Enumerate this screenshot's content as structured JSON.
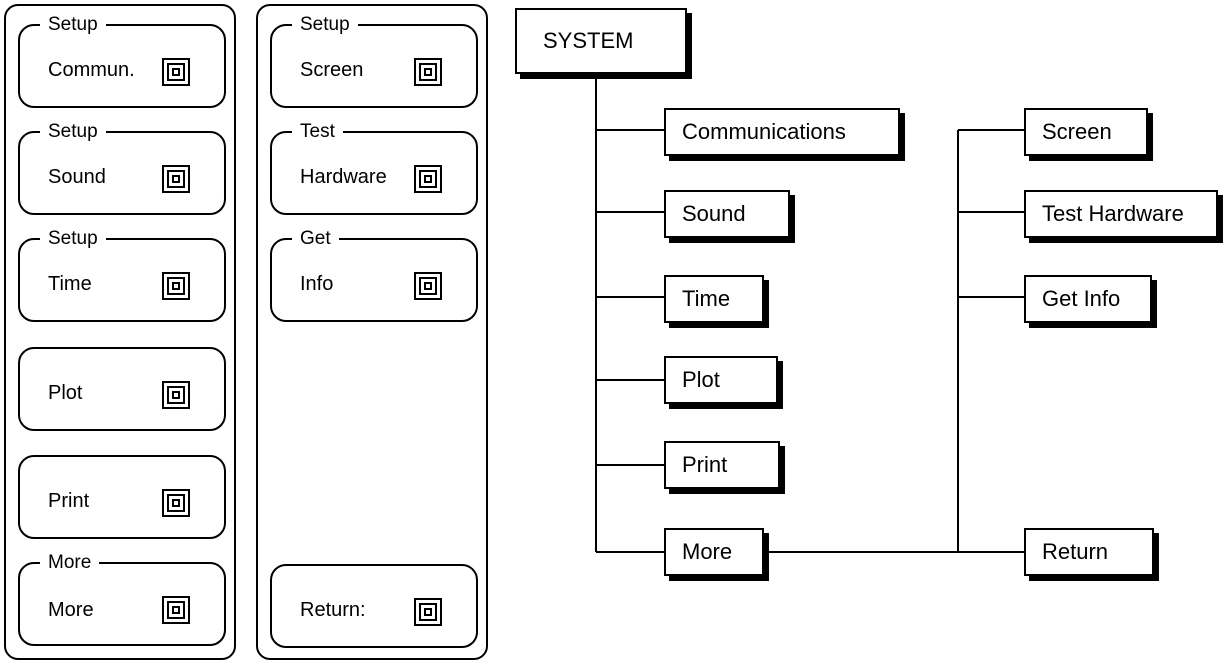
{
  "left_panel": {
    "softkeys": [
      {
        "group": "Setup",
        "label": "Commun."
      },
      {
        "group": "Setup",
        "label": "Sound"
      },
      {
        "group": "Setup",
        "label": "Time"
      },
      {
        "group": "",
        "label": "Plot"
      },
      {
        "group": "",
        "label": "Print"
      },
      {
        "group": "More",
        "label": "More"
      }
    ]
  },
  "right_panel": {
    "softkeys": [
      {
        "group": "Setup",
        "label": "Screen"
      },
      {
        "group": "Test",
        "label": "Hardware"
      },
      {
        "group": "Get",
        "label": "Info"
      },
      {
        "group": "",
        "label": "Return:"
      }
    ]
  },
  "tree": {
    "root": "SYSTEM",
    "level1": [
      "Communications",
      "Sound",
      "Time",
      "Plot",
      "Print",
      "More"
    ],
    "level2": [
      "Screen",
      "Test Hardware",
      "Get Info",
      "Return"
    ]
  }
}
